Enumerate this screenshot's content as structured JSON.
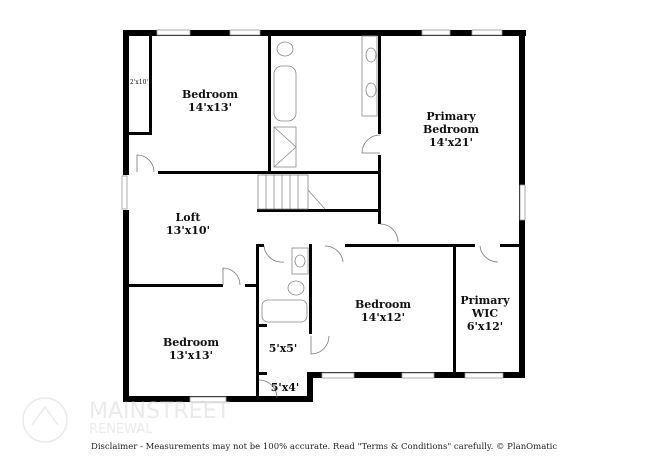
{
  "rooms": {
    "closet_top_left": {
      "size": "2'x10'"
    },
    "bedroom_top": {
      "name": "Bedroom",
      "size": "14'x13'"
    },
    "primary_bedroom": {
      "name_line1": "Primary",
      "name_line2": "Bedroom",
      "size": "14'x21'"
    },
    "loft": {
      "name": "Loft",
      "size": "13'x10'"
    },
    "bedroom_right": {
      "name": "Bedroom",
      "size": "14'x12'"
    },
    "primary_wic": {
      "name_line1": "Primary",
      "name_line2": "WIC",
      "size": "6'x12'"
    },
    "bedroom_bottom": {
      "name": "Bedroom",
      "size": "13'x13'"
    },
    "closet_5x5": {
      "size": "5'x5'"
    },
    "closet_5x4": {
      "size": "5'x4'"
    }
  },
  "watermark": {
    "line1": "MAINSTREET",
    "line2": "RENEWAL"
  },
  "disclaimer": "Disclaimer - Measurements may not be 100% accurate. Read \"Terms & Conditions\" carefully. © PlanOmatic"
}
